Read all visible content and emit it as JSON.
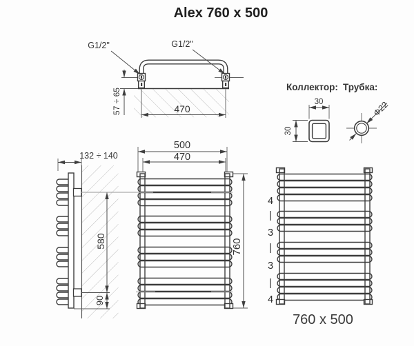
{
  "title": "Alex 760 x 500",
  "top_view": {
    "left_connection": "G1/2\"",
    "right_connection": "G1/2\"",
    "wall_offset_dim": "57 ÷ 65",
    "width_dim": "470"
  },
  "side_view": {
    "depth_dim": "132 ÷ 140",
    "bracket_span_dim": "580",
    "bottom_offset_dim": "90"
  },
  "front_view": {
    "overall_width_dim": "500",
    "connection_width_dim": "470",
    "height_dim": "760"
  },
  "collector_section": {
    "label": "Коллектор:",
    "width_dim": "30",
    "height_dim": "30"
  },
  "tube_section": {
    "label": "Трубка:",
    "diameter_dim": "Ф22"
  },
  "right_view": {
    "group_labels": [
      "4",
      "|",
      "3",
      "|",
      "3",
      "|",
      "4"
    ],
    "caption": "760 x 500"
  },
  "radiator": {
    "tube_groups": [
      4,
      3,
      3,
      4
    ]
  },
  "colors": {
    "line": "#3c3c3c",
    "dim_line": "#4a4a4a",
    "hatch": "#bdbdbd",
    "bracket_line": "#ababab",
    "background": "#fdfdfd"
  }
}
